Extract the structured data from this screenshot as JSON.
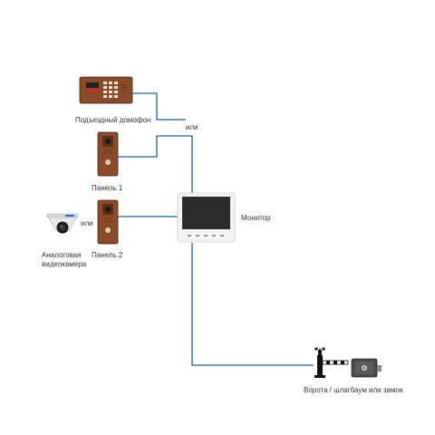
{
  "labels": {
    "entrance_intercom": "Подъездный домофон",
    "or_top": "или",
    "panel_1": "Панель 1",
    "monitor": "Монитор",
    "or_camera": "или",
    "analog_camera_line1": "Аналоговая",
    "analog_camera_line2": "видеокамера",
    "panel_2": "Панель 2",
    "gate": "Ворота / шлагбаум или замок"
  },
  "colors": {
    "wire": "#1f5fa8",
    "panel_bronze": "#8a4b2a",
    "panel_dark": "#5e2f18",
    "monitor_body": "#f4f4f4",
    "monitor_screen": "#2b2b2b",
    "camera_body": "#e9e9e9",
    "lock_body": "#4a4a4a"
  }
}
